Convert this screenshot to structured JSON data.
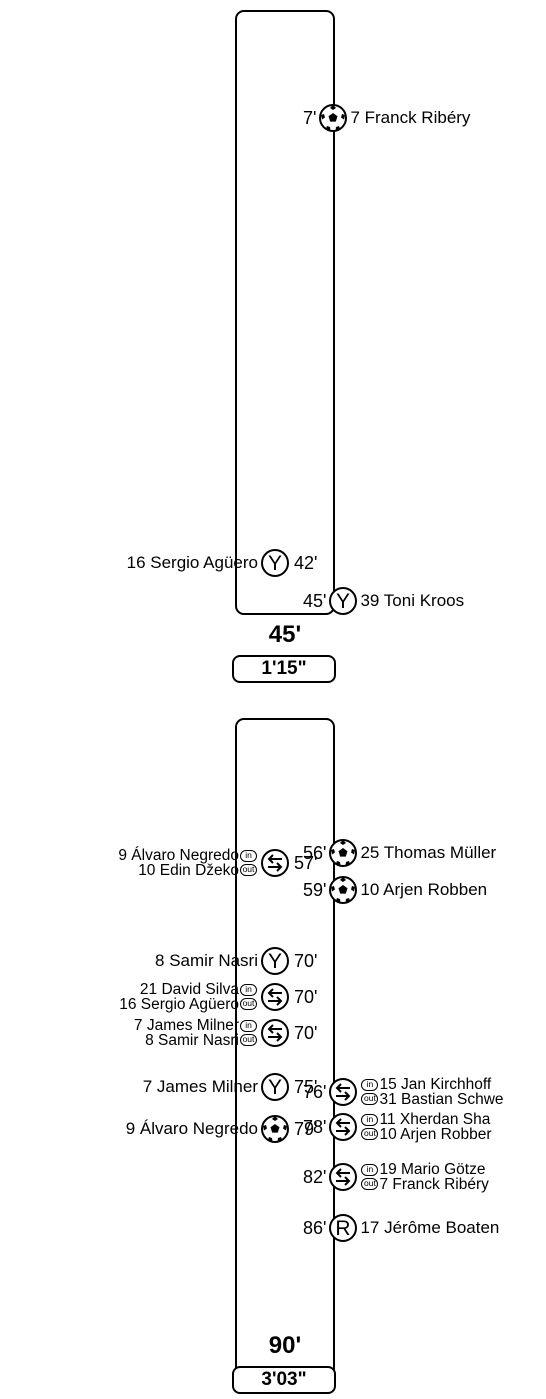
{
  "periods": [
    {
      "end_label": "45'",
      "added_time": "1'15\""
    },
    {
      "end_label": "90'",
      "added_time": "3'03\""
    }
  ],
  "events": {
    "goal_ribery": {
      "minute": "7'",
      "player": "7 Franck Ribéry",
      "type": "goal-icon"
    },
    "yc_aguero": {
      "minute": "42'",
      "player": "16 Sergio Agüero",
      "type": "yellow-card-icon"
    },
    "yc_kroos": {
      "minute": "45'",
      "player": "39 Toni Kroos",
      "type": "yellow-card-icon"
    },
    "sub_negredo": {
      "minute": "57'",
      "in": "9 Álvaro Negredo",
      "out": "10 Edin Džeko",
      "type": "substitution-icon"
    },
    "goal_muller": {
      "minute": "56'",
      "player": "25 Thomas Müller",
      "type": "goal-icon"
    },
    "goal_robben": {
      "minute": "59'",
      "player": "10 Arjen Robben",
      "type": "goal-icon"
    },
    "yc_nasri": {
      "minute": "70'",
      "player": "8 Samir Nasri",
      "type": "yellow-card-icon"
    },
    "sub_silva": {
      "minute": "70'",
      "in": "21 David Silva",
      "out": "16 Sergio Agüero",
      "type": "substitution-icon"
    },
    "sub_milner": {
      "minute": "70'",
      "in": "7 James Milner",
      "out": "8 Samir Nasri",
      "type": "substitution-icon"
    },
    "yc_milner": {
      "minute": "75'",
      "player": "7 James Milner",
      "type": "yellow-card-icon"
    },
    "goal_negredo": {
      "minute": "79'",
      "player": "9 Álvaro Negredo",
      "type": "goal-icon"
    },
    "sub_kirchhoff": {
      "minute": "76'",
      "in": "15 Jan Kirchhoff",
      "out": "31 Bastian Schwe",
      "type": "substitution-icon"
    },
    "sub_shaqiri": {
      "minute": "78'",
      "in": "11 Xherdan Sha",
      "out": "10 Arjen Robber",
      "type": "substitution-icon"
    },
    "sub_gotze": {
      "minute": "82'",
      "in": "19 Mario Götze",
      "out": "7 Franck Ribéry",
      "type": "substitution-icon"
    },
    "rc_boateng": {
      "minute": "86'",
      "player": "17 Jérôme Boaten",
      "type": "red-card-icon"
    }
  },
  "labels": {
    "in": "in",
    "out": "out",
    "yellow": "Y",
    "red": "R"
  }
}
